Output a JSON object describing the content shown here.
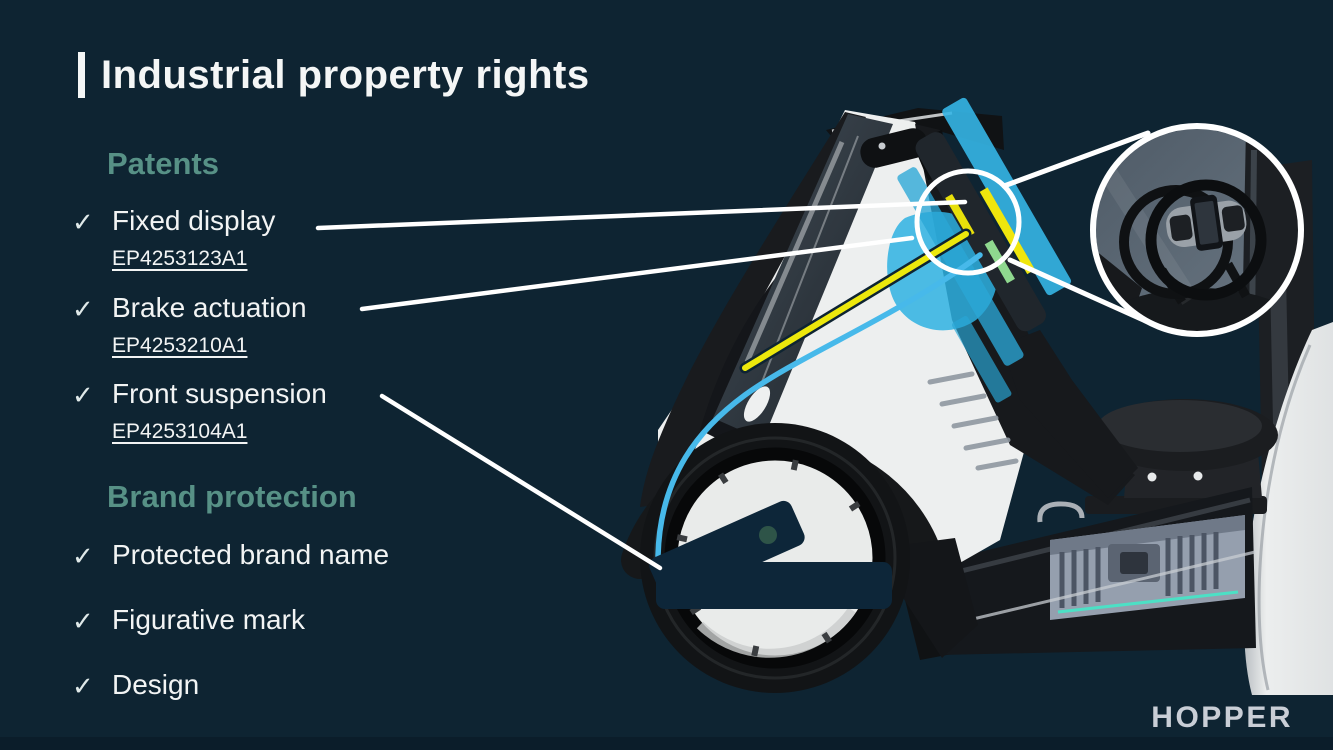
{
  "slide": {
    "title_prefix": "|",
    "title": "Industrial property rights",
    "check": "✓",
    "sections": [
      {
        "heading": "Patents",
        "items": [
          {
            "label": "Fixed display",
            "patent": "EP4253123A1"
          },
          {
            "label": "Brake actuation",
            "patent": "EP4253210A1"
          },
          {
            "label": "Front suspension",
            "patent": "EP4253104A1"
          }
        ]
      },
      {
        "heading": "Brand protection",
        "items": [
          {
            "label": "Protected brand name"
          },
          {
            "label": "Figurative mark"
          },
          {
            "label": "Design"
          }
        ]
      }
    ],
    "logo": "HOPPER",
    "illustration": {
      "description": "White electric micro-scooter seen from front-left with callout lines to patented parts; magnifier circle enlarging the steering-wheel fixed display; brand areas on front wheel masked with navy rectangles",
      "colors": {
        "background": "#0e2432",
        "heading_accent": "#579186",
        "text": "#f2f4f4",
        "highlight_cyan": "#2fb0e0",
        "highlight_yellow": "#efe60d",
        "highlight_green": "#8fd88f",
        "callout_line": "#ffffff",
        "mask_navy": "#0d2639",
        "underglow_teal": "#45e8c8"
      }
    }
  }
}
